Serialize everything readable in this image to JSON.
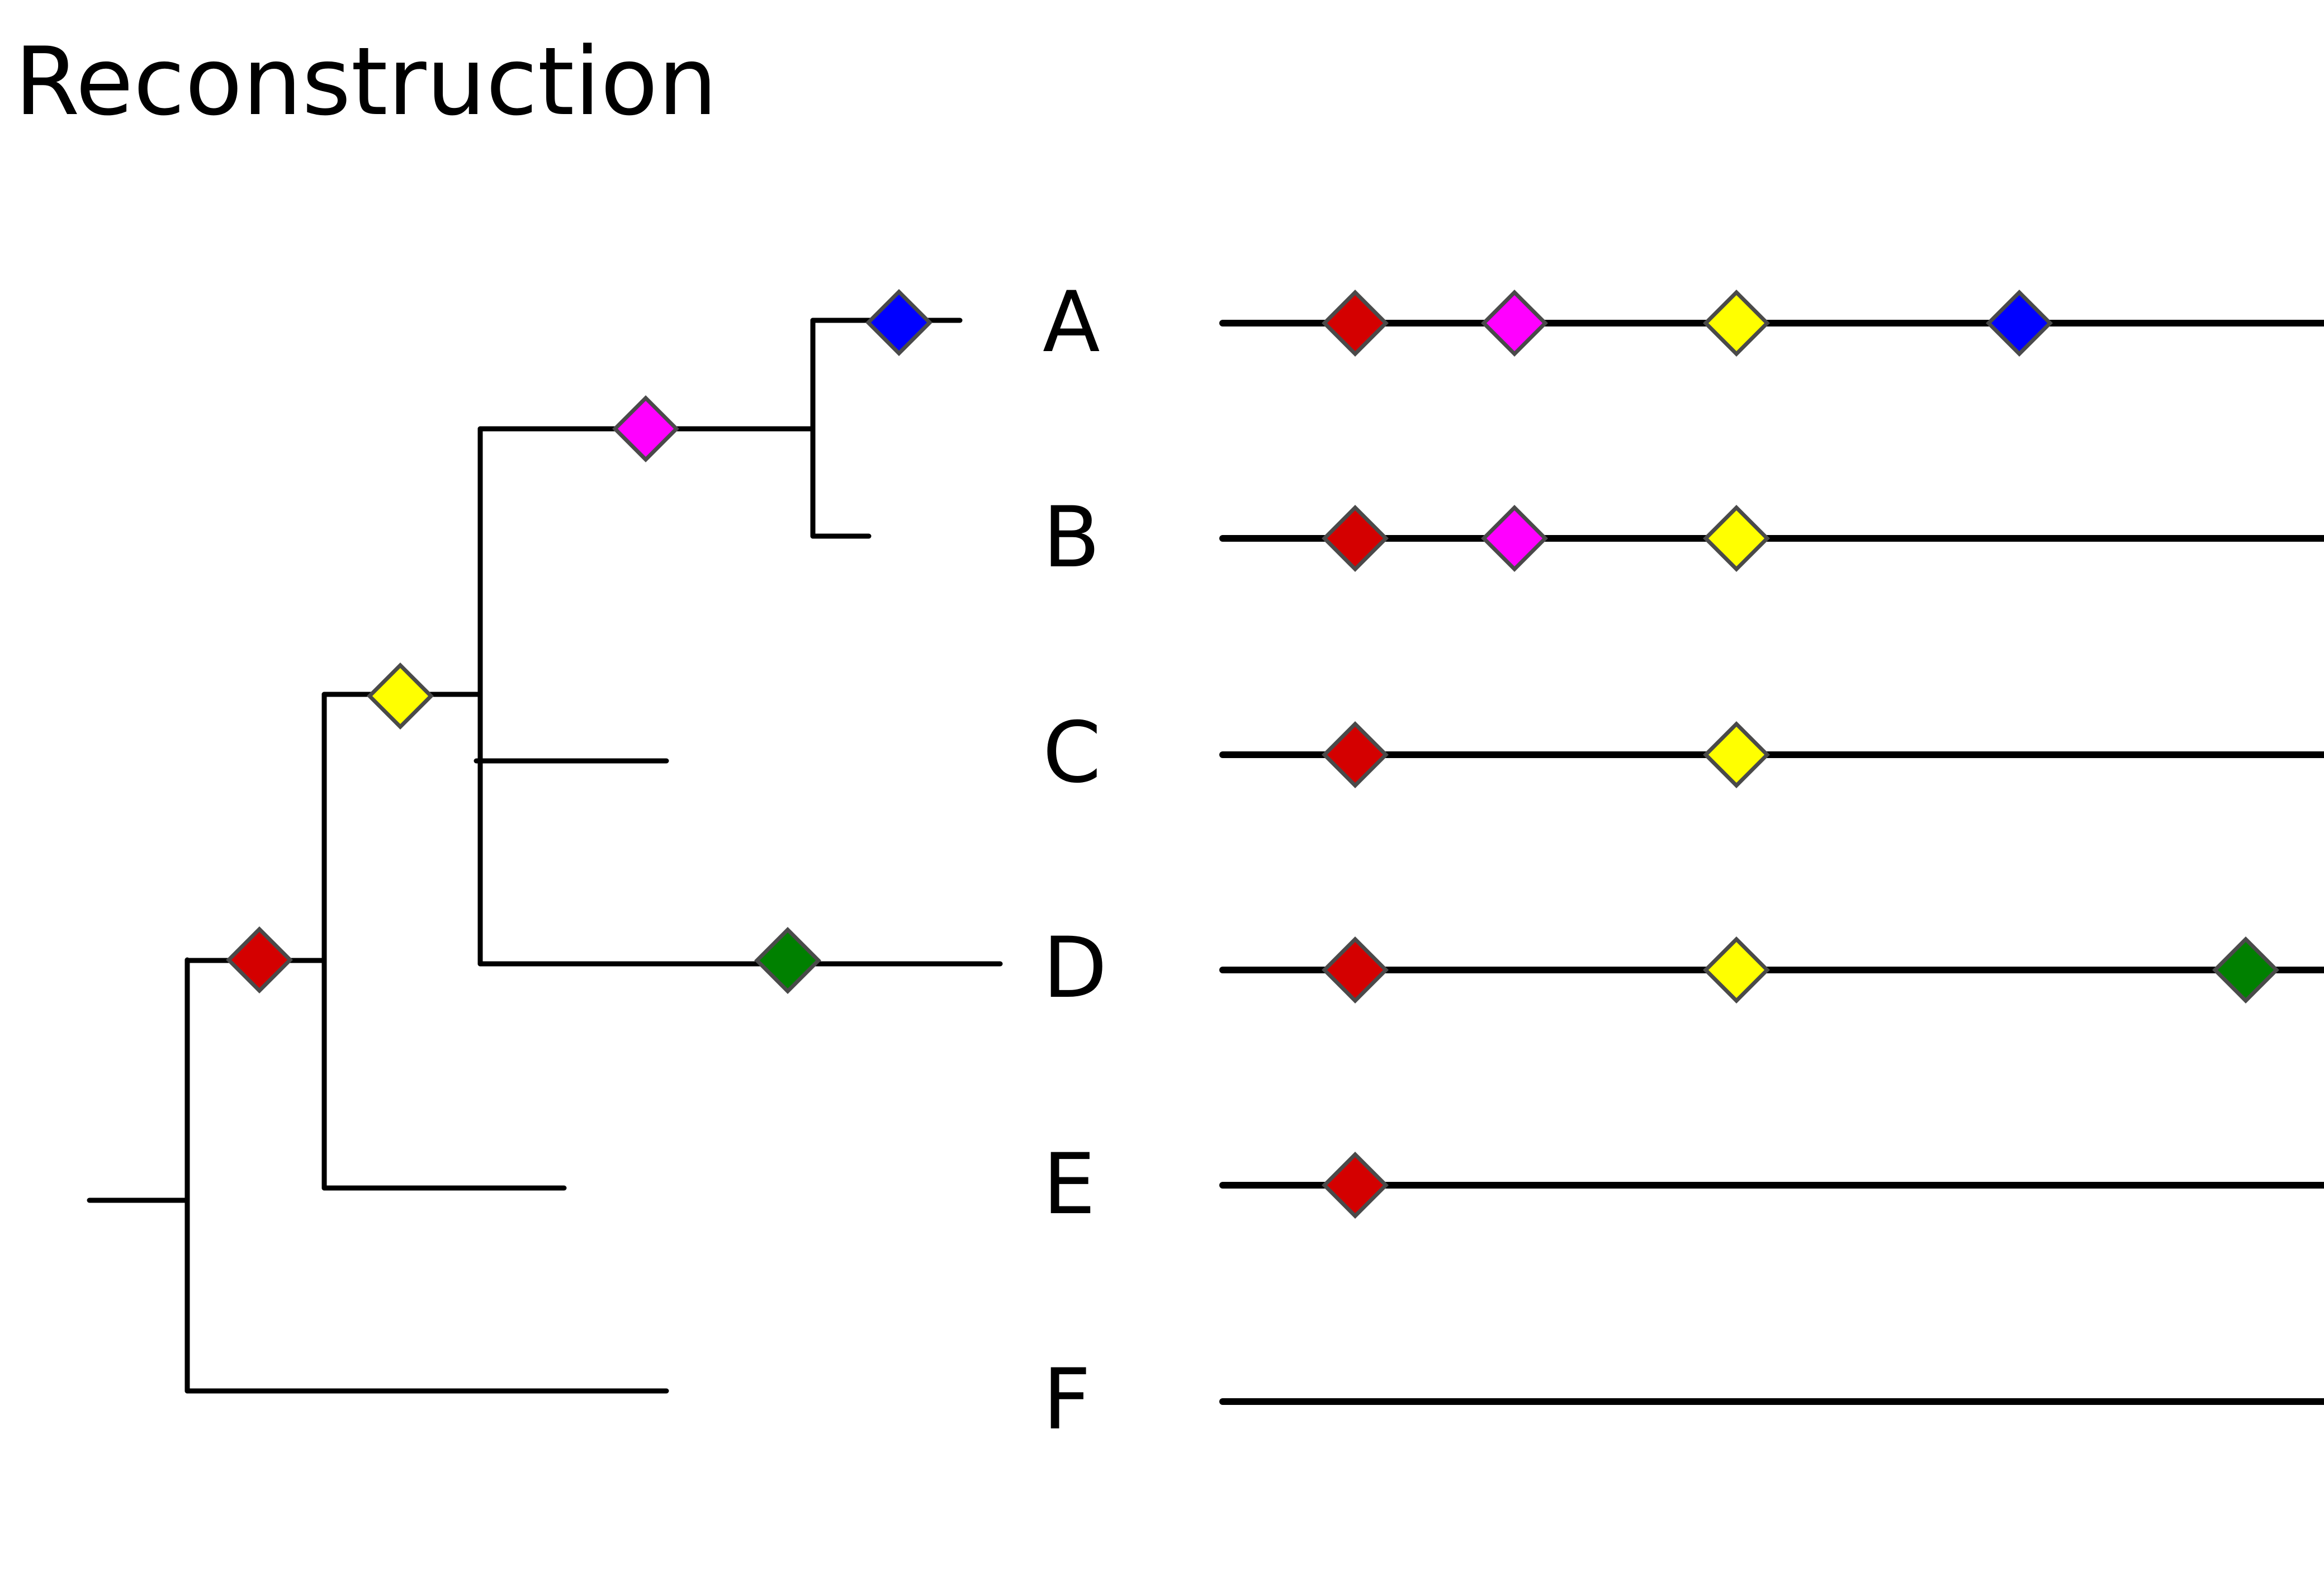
{
  "title": "Reconstruction",
  "event_colors": {
    "red": "#d40000",
    "magenta": "#ff00ff",
    "yellow": "#ffff00",
    "blue": "#0000ff",
    "green": "#008000"
  },
  "taxa": [
    {
      "label": "A",
      "events": [
        "red",
        "magenta",
        "yellow",
        "blue"
      ]
    },
    {
      "label": "B",
      "events": [
        "red",
        "magenta",
        "yellow"
      ]
    },
    {
      "label": "C",
      "events": [
        "red",
        "yellow"
      ]
    },
    {
      "label": "D",
      "events": [
        "red",
        "yellow",
        "green"
      ]
    },
    {
      "label": "E",
      "events": [
        "red"
      ]
    },
    {
      "label": "F",
      "events": []
    }
  ],
  "tree_events": [
    {
      "branch": "stem of (A,B,C,D,E)",
      "color": "red"
    },
    {
      "branch": "stem of (A,B,C,D)",
      "color": "yellow"
    },
    {
      "branch": "stem of (A,B)",
      "color": "magenta"
    },
    {
      "branch": "terminal A",
      "color": "blue"
    },
    {
      "branch": "terminal D",
      "color": "green"
    }
  ]
}
